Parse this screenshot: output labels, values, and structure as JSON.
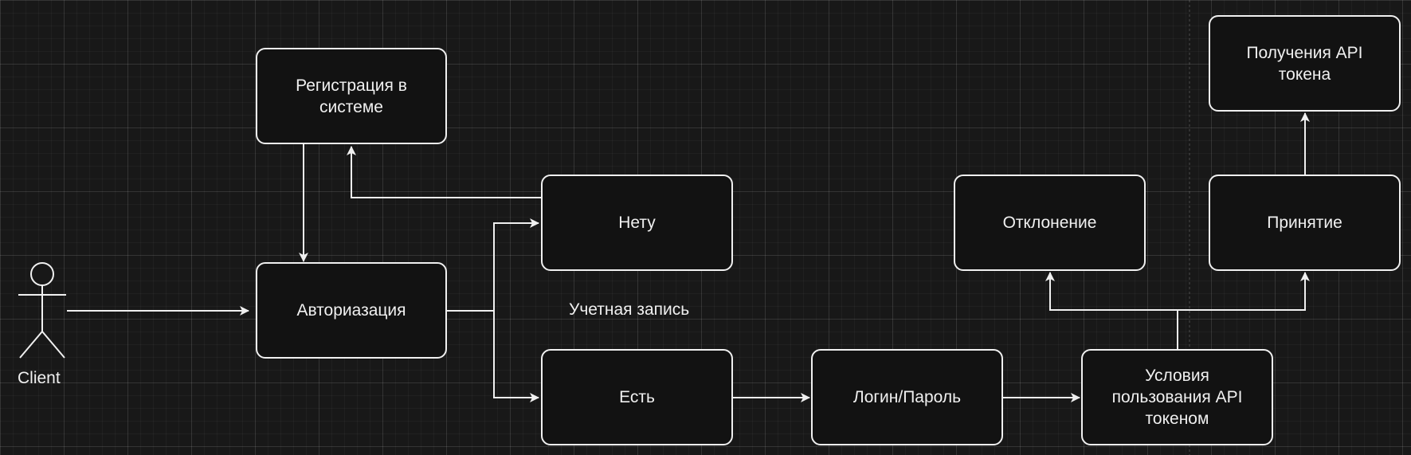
{
  "actor": {
    "label": "Client"
  },
  "nodes": {
    "registration": "Регистрация в\nсистеме",
    "authorization": "Авториазация",
    "none": "Нету",
    "exists": "Есть",
    "login_password": "Логин/Пароль",
    "terms": "Условия\nпользования API\nтокеном",
    "reject": "Отклонение",
    "accept": "Принятие",
    "get_token": "Получения API\nтокена"
  },
  "edge_labels": {
    "account": "Учетная запись"
  }
}
